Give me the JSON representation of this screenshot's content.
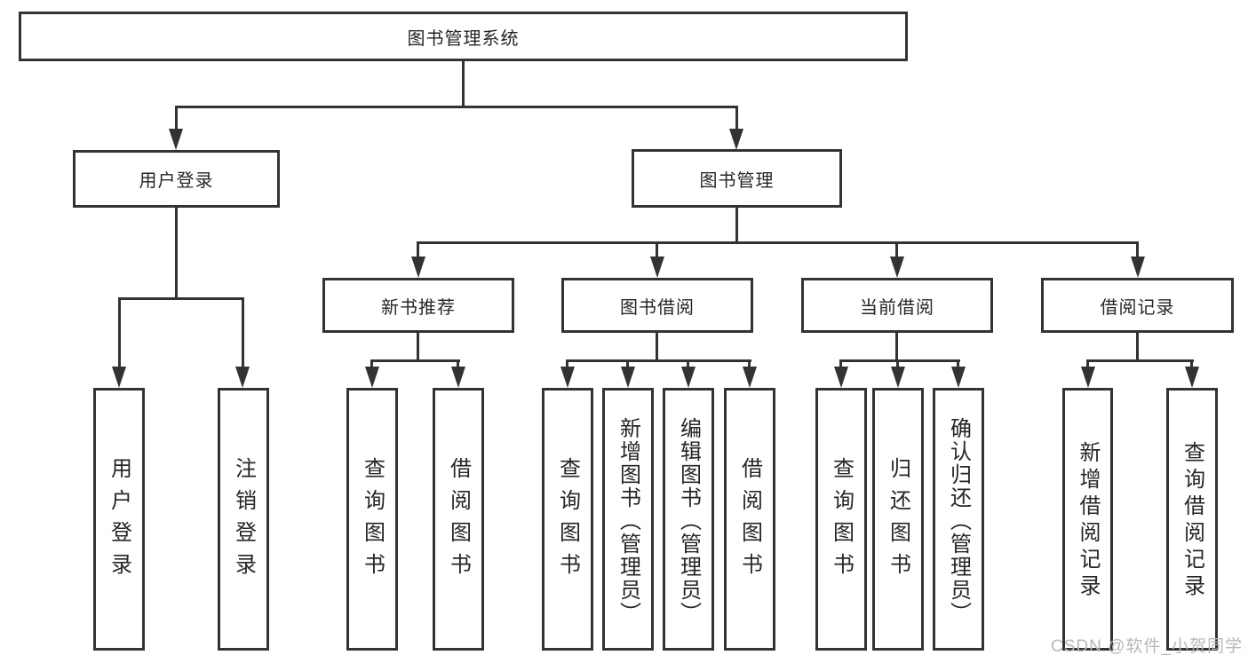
{
  "colors": {
    "background": "#ffffff",
    "line": "#333333",
    "box_border": "#333333",
    "box_fill": "#ffffff",
    "text": "#262626",
    "watermark": "#b8b8b8"
  },
  "watermark": {
    "text": "CSDN @软件_小贺同学"
  },
  "diagram": {
    "type": "tree",
    "root": {
      "label": "图书管理系统"
    },
    "branches": [
      {
        "label": "用户登录",
        "children": [
          {
            "label": "用户登录"
          },
          {
            "label": "注销登录"
          }
        ]
      },
      {
        "label": "图书管理",
        "children": [
          {
            "label": "新书推荐",
            "children": [
              {
                "label": "查询图书"
              },
              {
                "label": "借阅图书"
              }
            ]
          },
          {
            "label": "图书借阅",
            "children": [
              {
                "label": "查询图书"
              },
              {
                "label": "新增图书（管理员）"
              },
              {
                "label": "编辑图书（管理员）"
              },
              {
                "label": "借阅图书"
              }
            ]
          },
          {
            "label": "当前借阅",
            "children": [
              {
                "label": "查询图书"
              },
              {
                "label": "归还图书"
              },
              {
                "label": "确认归还（管理员）"
              }
            ]
          },
          {
            "label": "借阅记录",
            "children": [
              {
                "label": "新增借阅记录"
              },
              {
                "label": "查询借阅记录"
              }
            ]
          }
        ]
      }
    ]
  }
}
